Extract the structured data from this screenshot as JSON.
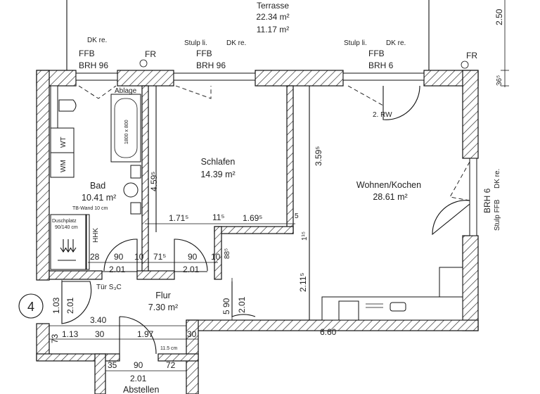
{
  "plan": {
    "unit_number": "4",
    "rooms": {
      "terrasse": {
        "name": "Terrasse",
        "area1": "22.34 m²",
        "area2": "11.17 m²"
      },
      "bad": {
        "name": "Bad",
        "area": "10.41 m²",
        "note": "TB-Wand 10 cm"
      },
      "schlafen": {
        "name": "Schlafen",
        "area": "14.39 m²"
      },
      "wohnen": {
        "name": "Wohnen/Kochen",
        "area": "28.61 m²"
      },
      "flur": {
        "name": "Flur",
        "area": "7.30 m²",
        "door": "Tür S₃C"
      },
      "abstellen": {
        "name": "Abstellen"
      }
    },
    "windows": {
      "w1": {
        "opening": "DK re.",
        "ffb": "FFB",
        "brh": "BRH 96"
      },
      "fr1": "FR",
      "w2": {
        "stulp": "Stulp li.",
        "opening": "DK re.",
        "ffb": "FFB",
        "brh": "BRH 96"
      },
      "w3": {
        "stulp": "Stulp li.",
        "opening": "DK re.",
        "ffb": "FFB",
        "brh": "BRH 6",
        "note": "2. RW"
      },
      "fr2": "FR",
      "w4": {
        "brh": "BRH 6",
        "opening": "DK re.",
        "ffb": "Stulp FFB"
      }
    },
    "fixtures": {
      "ablage": "Ablage",
      "tub": "1800 x 800",
      "wt": "WT",
      "wm": "WM",
      "dusche1": "Duschplatz",
      "dusche2": "90/140 cm",
      "hhk": "HHK",
      "wall_note": "11.5 cm"
    },
    "dimensions": {
      "d_250": "2.50",
      "d_365": "36⁵",
      "d_4595": "4.59⁵",
      "d_3595": "3.59⁵",
      "d_1715": "1.71⁵",
      "d_115a": "11⁵",
      "d_1695": "1.69⁵",
      "d_5a": "5",
      "d_115b": "1¹⁵",
      "d_28": "28",
      "d_90a": "90",
      "d_10a": "10",
      "d_715": "71⁵",
      "d_90b": "90",
      "d_10b": "10",
      "d_885": "88⁵",
      "d_201a": "2.01",
      "d_201b": "2.01",
      "d_103": "1.03",
      "d_201c": "2.01",
      "d_90c": "5 90",
      "d_201d": "2.01",
      "d_2115": "2.11⁵",
      "d_340": "3.40",
      "d_113": "1.13",
      "d_30a": "30",
      "d_197": "1.97",
      "d_30b": "30",
      "d_73": "73",
      "d_660": "6.60",
      "d_35": "35",
      "d_90d": "90",
      "d_72": "72",
      "d_201e": "2.01"
    }
  }
}
